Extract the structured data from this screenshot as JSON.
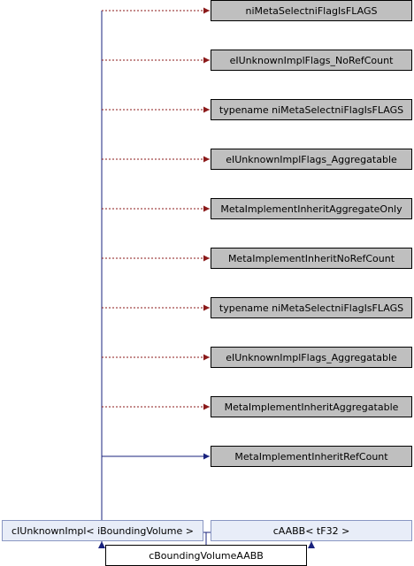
{
  "nodes": {
    "template_args": [
      {
        "id": "t1",
        "label": "niMetaSelectniFlagIsFLAGS",
        "edge": "dashed"
      },
      {
        "id": "t2",
        "label": "eIUnknownImplFlags_NoRefCount",
        "edge": "dashed"
      },
      {
        "id": "t3",
        "label": "typename niMetaSelectniFlagIsFLAGS",
        "edge": "dashed"
      },
      {
        "id": "t4",
        "label": "eIUnknownImplFlags_Aggregatable",
        "edge": "dashed"
      },
      {
        "id": "t5",
        "label": "MetaImplementInheritAggregateOnly",
        "edge": "dashed"
      },
      {
        "id": "t6",
        "label": "MetaImplementInheritNoRefCount",
        "edge": "dashed"
      },
      {
        "id": "t7",
        "label": "typename niMetaSelectniFlagIsFLAGS",
        "edge": "dashed"
      },
      {
        "id": "t8",
        "label": "eIUnknownImplFlags_Aggregatable",
        "edge": "dashed"
      },
      {
        "id": "t9",
        "label": "MetaImplementInheritAggregatable",
        "edge": "dashed"
      },
      {
        "id": "t10",
        "label": "MetaImplementInheritRefCount",
        "edge": "solid"
      }
    ],
    "base_left": {
      "label": "cIUnknownImpl< iBoundingVolume >"
    },
    "base_right": {
      "label": "cAABB< tF32 >"
    },
    "derived": {
      "label": "cBoundingVolumeAABB"
    }
  },
  "colors": {
    "gray_fill": "#bfbfbf",
    "pale_fill": "#e8edf8",
    "pale_border": "#8a97c3",
    "dashed_edge": "#8b1a1a",
    "solid_edge": "#1a237e"
  }
}
